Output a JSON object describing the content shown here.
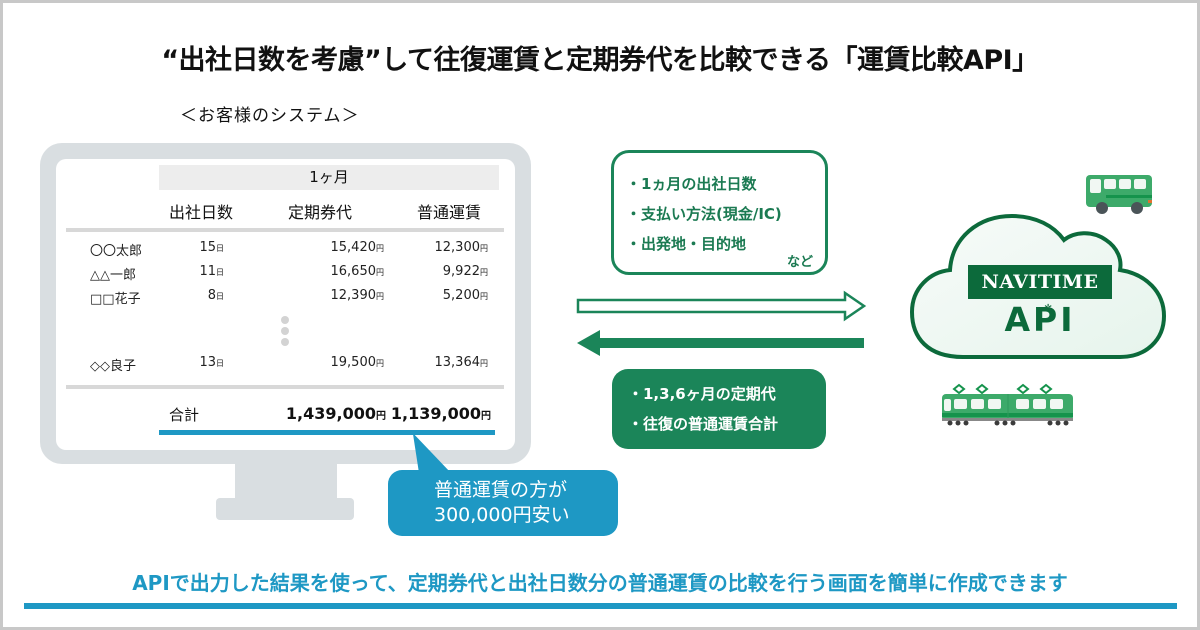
{
  "title": "“出社日数を考慮”して往復運賃と定期券代を比較できる「運賃比較API」",
  "system_label": "＜お客様のシステム＞",
  "table": {
    "period": "1ヶ月",
    "headers": [
      "出社日数",
      "定期券代",
      "普通運賃"
    ],
    "rows": [
      {
        "name": "〇〇太郎",
        "days": "15",
        "teiki": "15,420",
        "futsu": "12,300"
      },
      {
        "name": "△△一郎",
        "days": "11",
        "teiki": "16,650",
        "futsu": "9,922"
      },
      {
        "name": "□□花子",
        "days": "8",
        "teiki": "12,390",
        "futsu": "5,200"
      },
      {
        "name": "◇◇良子",
        "days": "13",
        "teiki": "19,500",
        "futsu": "13,364"
      }
    ],
    "day_unit": "日",
    "yen_unit": "円",
    "total_label": "合計",
    "total_teiki": "1,439,000",
    "total_futsu": "1,139,000"
  },
  "bubble": {
    "line1": "普通運賃の方が",
    "line2": "300,000円安い"
  },
  "input_box": {
    "items": [
      "・1ヵ月の出社日数",
      "・支払い方法(現金/IC)",
      "・出発地・目的地"
    ],
    "etc": "など"
  },
  "output_box": {
    "items": [
      "・1,3,6ヶ月の定期代",
      "・往復の普通運賃合計"
    ]
  },
  "api": {
    "brand": "NAVITIME",
    "label": "API"
  },
  "icons": {
    "cloud": "cloud-icon",
    "bus": "bus-icon",
    "train": "train-icon",
    "arrow_right": "arrow-right-icon",
    "arrow_left": "arrow-left-icon"
  },
  "colors": {
    "green": "#1b8559",
    "dark_green": "#0c6a3b",
    "blue": "#1e98c4",
    "monitor_gray": "#d9dee1"
  },
  "footer": {
    "text": "APIで出力した結果を使って、定期券代と出社日数分の普通運賃の比較を行う画面を簡単に作成できます"
  }
}
